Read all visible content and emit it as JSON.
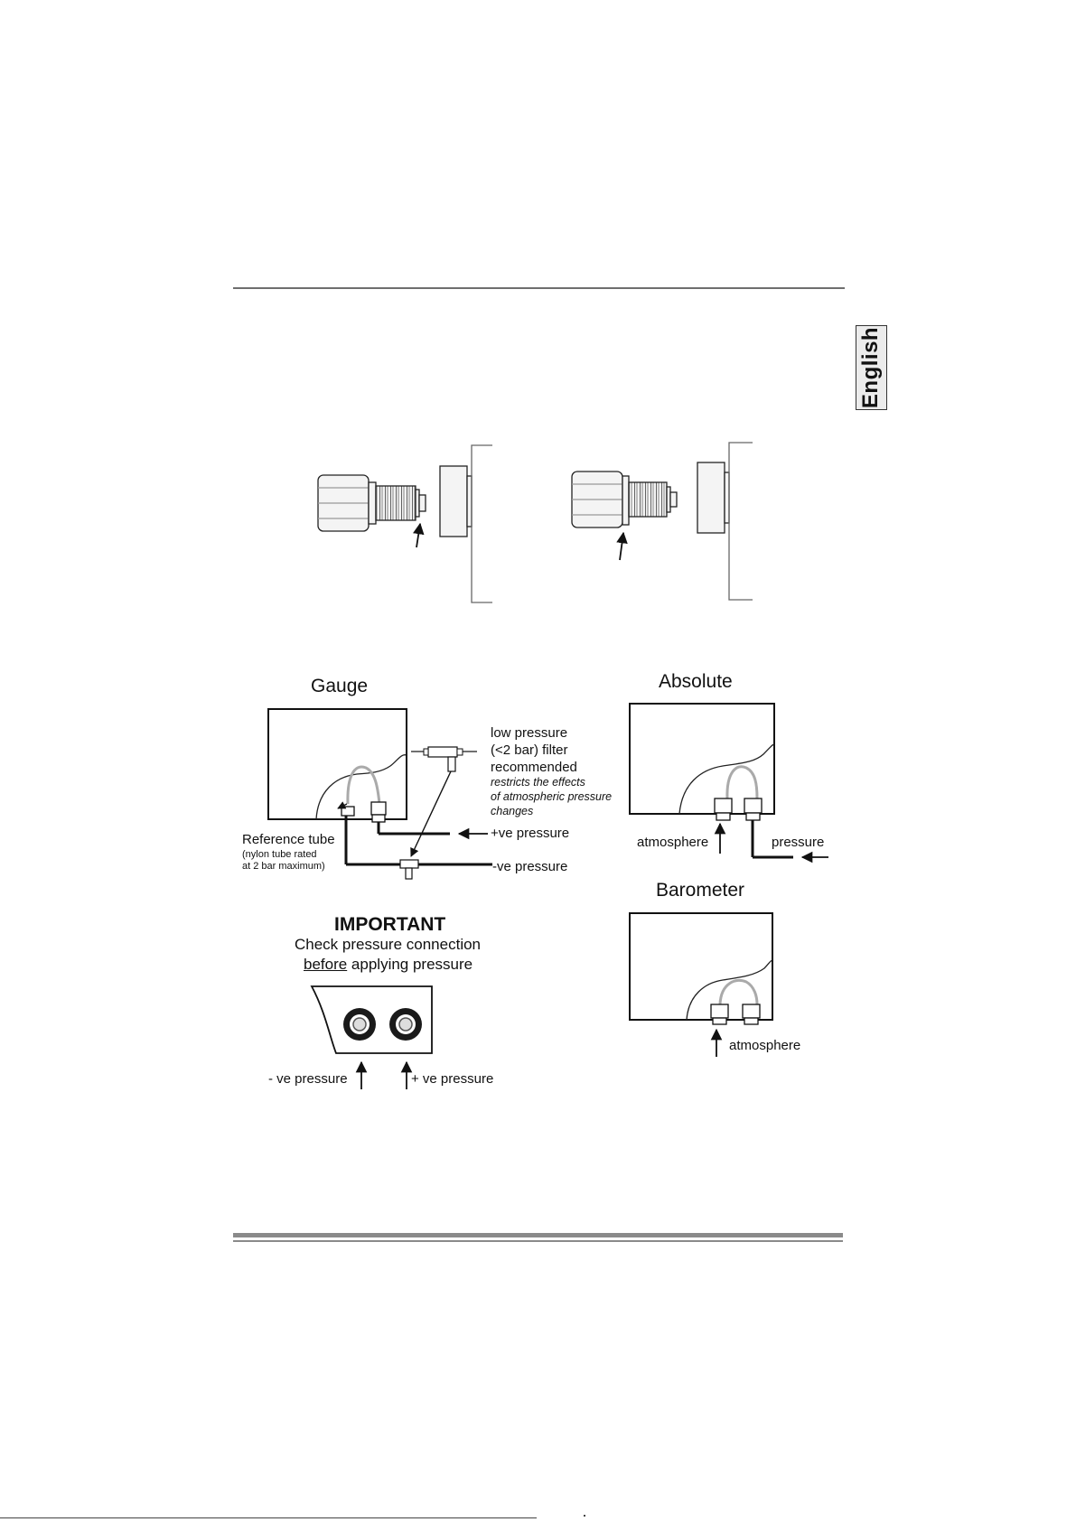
{
  "language_tab": "English",
  "gauge": {
    "title": "Gauge",
    "filter_line1": "low pressure",
    "filter_line2": "(<2 bar) filter",
    "filter_line3": "recommended",
    "filter_note1": "restricts the effects",
    "filter_note2": "of atmospheric pressure",
    "filter_note3": "changes",
    "reference_tube": "Reference tube",
    "reference_note1": "(nylon tube rated",
    "reference_note2": "at 2 bar maximum)",
    "positive_pressure": "+ve pressure",
    "negative_pressure": "-ve pressure"
  },
  "absolute": {
    "title": "Absolute",
    "atmosphere": "atmosphere",
    "pressure": "pressure"
  },
  "barometer": {
    "title": "Barometer",
    "atmosphere": "atmosphere"
  },
  "important": {
    "heading": "IMPORTANT",
    "line1": "Check pressure connection",
    "line2_underlined": "before",
    "line2_rest": " applying pressure",
    "negative_label": "- ve pressure",
    "positive_label": "+ ve pressure"
  }
}
